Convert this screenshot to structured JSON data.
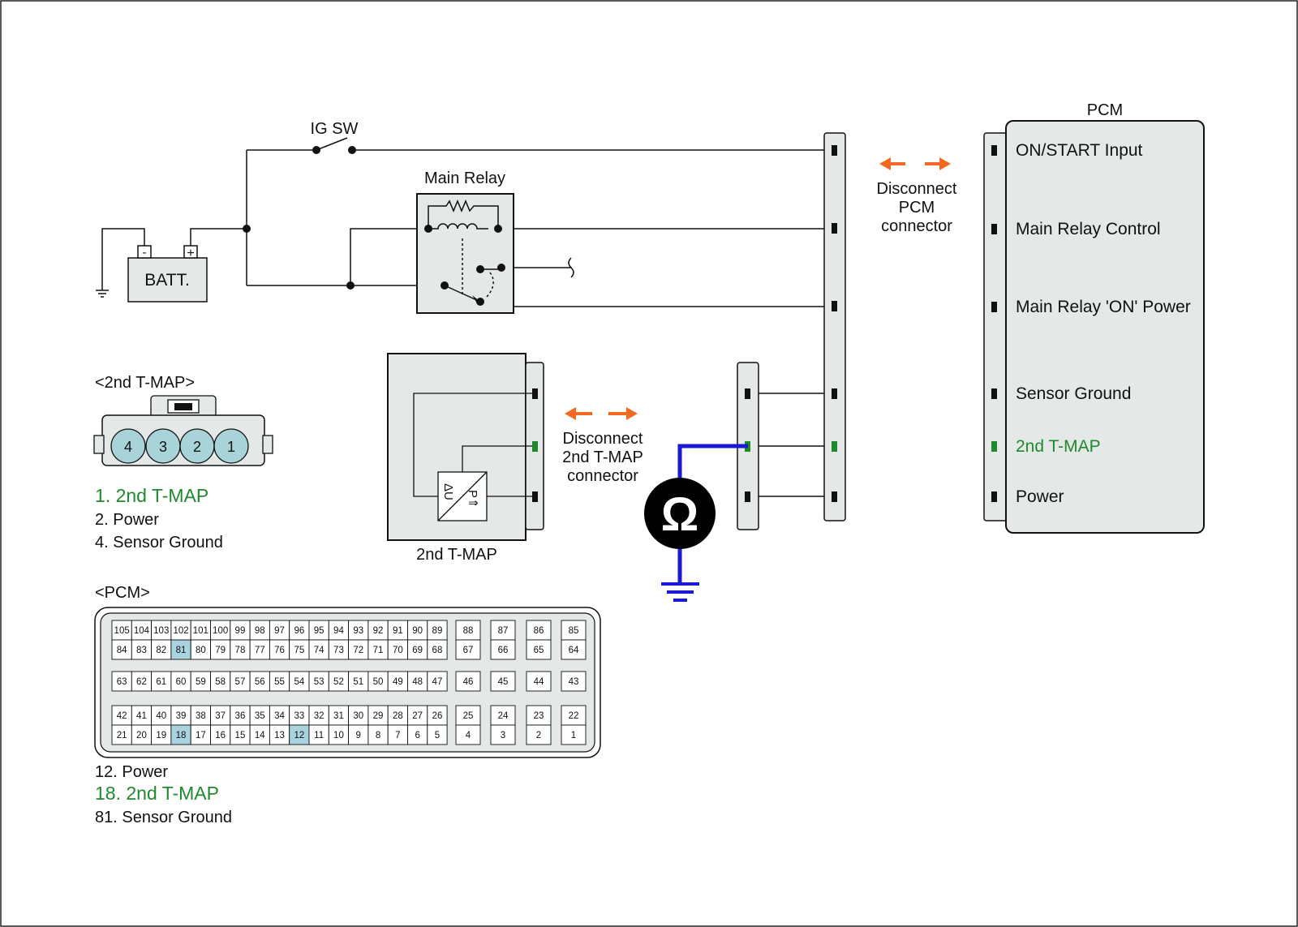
{
  "colors": {
    "wire": "#111111",
    "panel_fill": "#e4e8e6",
    "accent_green": "#1f8a2d",
    "test_lead_blue": "#1a1ad6",
    "arrow_orange": "#f26a21",
    "connector_teal": "#a8d3d9",
    "pin_highlight": "#a9d3df"
  },
  "labels": {
    "ig_sw": "IG SW",
    "main_relay": "Main Relay",
    "battery": "BATT.",
    "battery_neg": "-",
    "battery_pos": "+",
    "pcm_title": "PCM",
    "disconnect_pcm": [
      "Disconnect",
      "PCM",
      "connector"
    ],
    "disconnect_tmap": [
      "Disconnect",
      "2nd T-MAP",
      "connector"
    ],
    "tmap_box_caption": "2nd T-MAP",
    "ohmmeter_symbol": "Ω",
    "sensor_symbol_left": "ΔU",
    "sensor_symbol_right": "P⇑"
  },
  "pcm_pins": [
    {
      "label": "ON/START Input",
      "highlight": false
    },
    {
      "label": "Main Relay Control",
      "highlight": false
    },
    {
      "label": "Main Relay 'ON' Power",
      "highlight": false
    },
    {
      "label": "Sensor Ground",
      "highlight": false
    },
    {
      "label": "2nd T-MAP",
      "highlight": true
    },
    {
      "label": "Power",
      "highlight": false
    }
  ],
  "tmap_connector": {
    "title": "<2nd T-MAP>",
    "pins": [
      "4",
      "3",
      "2",
      "1"
    ],
    "legend": [
      {
        "text": "1. 2nd T-MAP",
        "highlight": true
      },
      {
        "text": "2. Power",
        "highlight": false
      },
      {
        "text": "4. Sensor Ground",
        "highlight": false
      }
    ]
  },
  "pcm_connector": {
    "title": "<PCM>",
    "highlighted": [
      "81",
      "18",
      "12"
    ],
    "groups": [
      {
        "rows": [
          [
            "105",
            "104",
            "103",
            "102",
            "101",
            "100",
            "99",
            "98",
            "97",
            "96",
            "95",
            "94",
            "93",
            "92",
            "91",
            "90",
            "89"
          ],
          [
            "84",
            "83",
            "82",
            "81",
            "80",
            "79",
            "78",
            "77",
            "76",
            "75",
            "74",
            "73",
            "72",
            "71",
            "70",
            "69",
            "68"
          ]
        ],
        "side": [
          [
            "88",
            "67"
          ],
          [
            "87",
            "66"
          ],
          [
            "86",
            "65"
          ],
          [
            "85",
            "64"
          ]
        ]
      },
      {
        "rows": [
          [
            "63",
            "62",
            "61",
            "60",
            "59",
            "58",
            "57",
            "56",
            "55",
            "54",
            "53",
            "52",
            "51",
            "50",
            "49",
            "48",
            "47"
          ]
        ],
        "side": [
          [
            "46"
          ],
          [
            "45"
          ],
          [
            "44"
          ],
          [
            "43"
          ]
        ]
      },
      {
        "rows": [
          [
            "42",
            "41",
            "40",
            "39",
            "38",
            "37",
            "36",
            "35",
            "34",
            "33",
            "32",
            "31",
            "30",
            "29",
            "28",
            "27",
            "26"
          ],
          [
            "21",
            "20",
            "19",
            "18",
            "17",
            "16",
            "15",
            "14",
            "13",
            "12",
            "11",
            "10",
            "9",
            "8",
            "7",
            "6",
            "5"
          ]
        ],
        "side": [
          [
            "25",
            "4"
          ],
          [
            "24",
            "3"
          ],
          [
            "23",
            "2"
          ],
          [
            "22",
            "1"
          ]
        ]
      }
    ],
    "legend": [
      {
        "text": "12. Power",
        "highlight": false
      },
      {
        "text": "18. 2nd T-MAP",
        "highlight": true
      },
      {
        "text": "81. Sensor Ground",
        "highlight": false
      }
    ]
  }
}
